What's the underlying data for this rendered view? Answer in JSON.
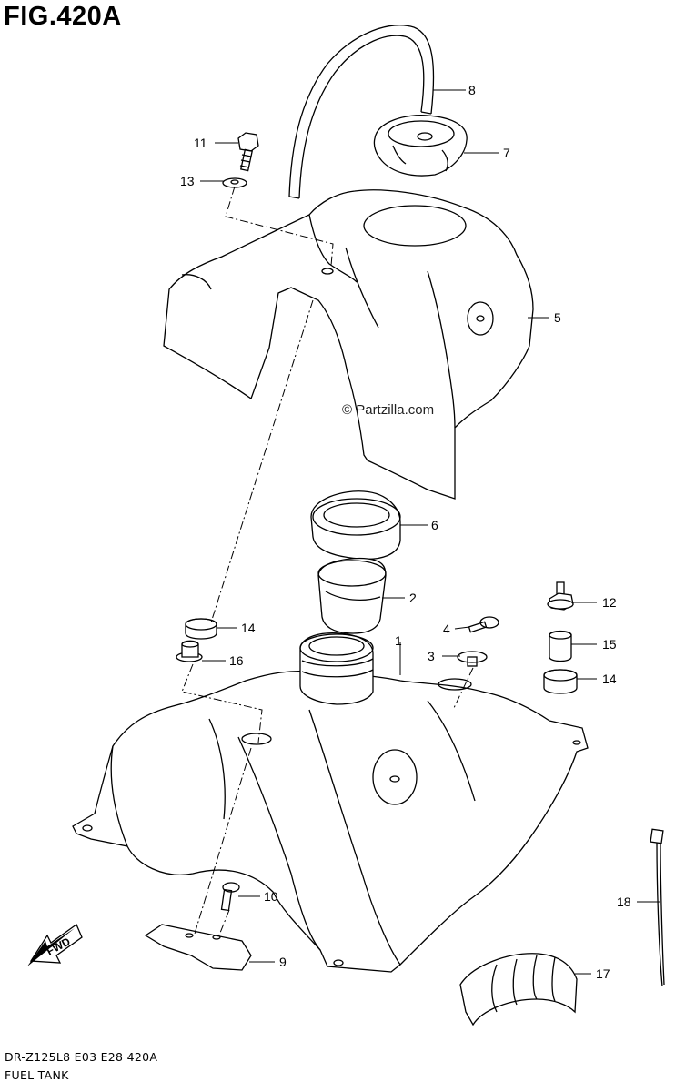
{
  "figure": {
    "title": "FIG.420A",
    "footer_code": "DR-Z125L8  E03  E28  420A",
    "footer_name": "FUEL TANK",
    "watermark": "© Partzilla.com",
    "fwd_label": "FWD"
  },
  "callouts": [
    {
      "id": "c1",
      "label": "1"
    },
    {
      "id": "c2",
      "label": "2"
    },
    {
      "id": "c3",
      "label": "3"
    },
    {
      "id": "c4",
      "label": "4"
    },
    {
      "id": "c5",
      "label": "5"
    },
    {
      "id": "c6",
      "label": "6"
    },
    {
      "id": "c7",
      "label": "7"
    },
    {
      "id": "c8",
      "label": "8"
    },
    {
      "id": "c9",
      "label": "9"
    },
    {
      "id": "c10",
      "label": "10"
    },
    {
      "id": "c11",
      "label": "11"
    },
    {
      "id": "c12",
      "label": "12"
    },
    {
      "id": "c13",
      "label": "13"
    },
    {
      "id": "c14a",
      "label": "14"
    },
    {
      "id": "c14b",
      "label": "14"
    },
    {
      "id": "c15",
      "label": "15"
    },
    {
      "id": "c16",
      "label": "16"
    },
    {
      "id": "c17",
      "label": "17"
    },
    {
      "id": "c18",
      "label": "18"
    }
  ]
}
